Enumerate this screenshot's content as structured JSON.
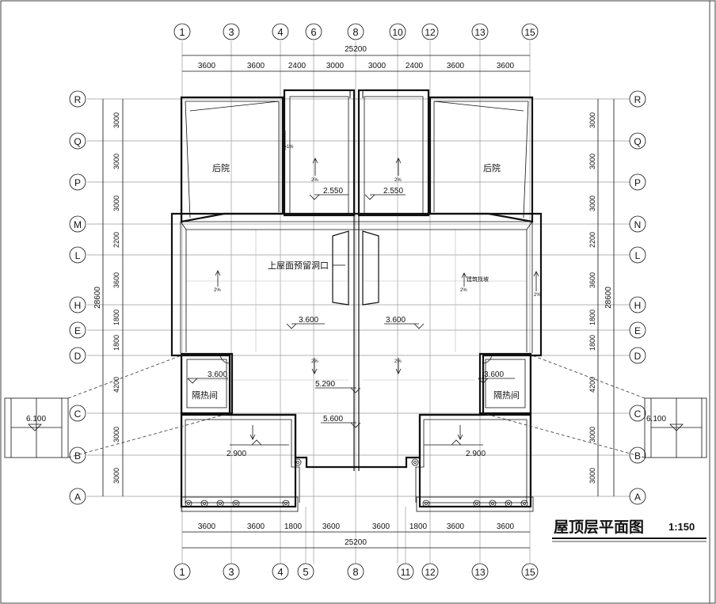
{
  "drawing": {
    "title": "屋顶层平面图",
    "scale": "1:150"
  },
  "axes": {
    "top_labels": [
      "1",
      "3",
      "4",
      "6",
      "8",
      "10",
      "12",
      "13",
      "15"
    ],
    "bottom_labels": [
      "1",
      "3",
      "4",
      "5",
      "8",
      "11",
      "12",
      "13",
      "15"
    ],
    "left_labels": [
      "R",
      "Q",
      "P",
      "M",
      "L",
      "H",
      "E",
      "D",
      "C",
      "B",
      "A"
    ],
    "right_labels": [
      "R",
      "Q",
      "P",
      "N",
      "L",
      "H",
      "E",
      "D",
      "C",
      "B",
      "A"
    ]
  },
  "dimensions": {
    "top_segments": [
      "3600",
      "3600",
      "2400",
      "3000",
      "3000",
      "2400",
      "3600",
      "3600"
    ],
    "top_total": "25200",
    "bottom_segments": [
      "3600",
      "3600",
      "1800",
      "3600",
      "3600",
      "1800",
      "3600",
      "3600"
    ],
    "bottom_total": "25200",
    "side_segments": [
      "3000",
      "3000",
      "3000",
      "2200",
      "3600",
      "1800",
      "1800",
      "4200",
      "3000",
      "3000"
    ],
    "side_total": "28600"
  },
  "labels": {
    "backyard": "后院",
    "insulation_room": "隔热间",
    "reserved_opening": "上屋面预留洞口",
    "slope_note": "建筑找坡",
    "slope_pct": "2%",
    "slope_pct_side": "i=1%"
  },
  "elevations": {
    "courtyard": "2.550",
    "main_roof": "3.600",
    "ridge_low": "5.290",
    "ridge_high": "5.600",
    "stair_roof": "3.600",
    "lower_roof": "2.900",
    "wing": "6.100"
  }
}
